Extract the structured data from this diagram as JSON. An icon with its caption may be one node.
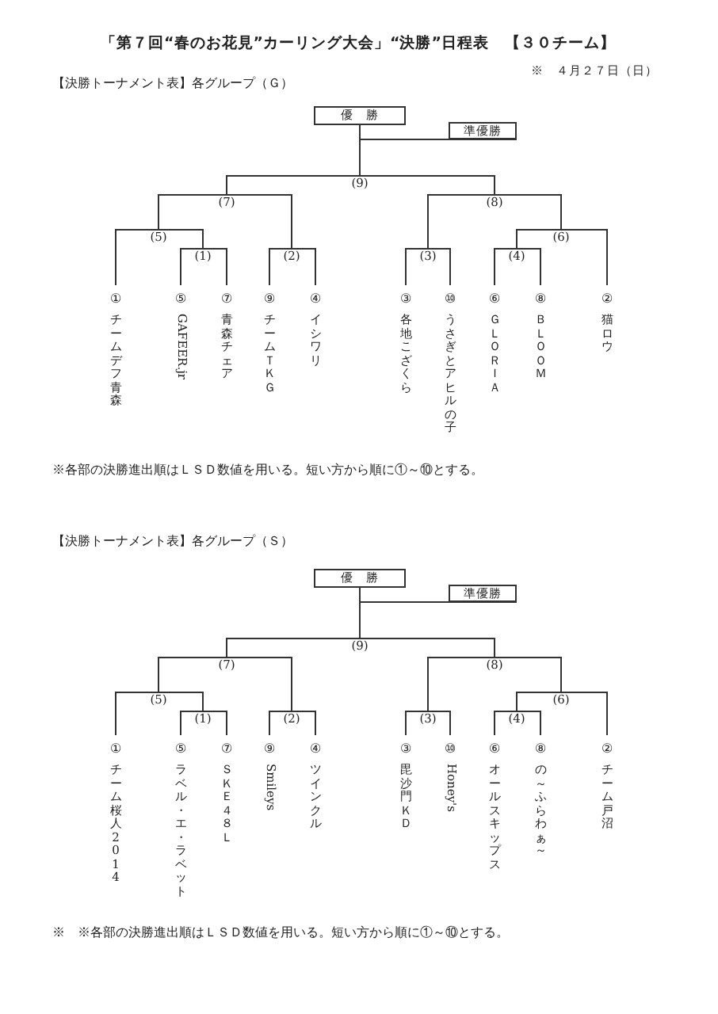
{
  "diagram": {
    "title": "「第７回“春のお花見”カーリング大会」“決勝”日程表　【３０チーム】",
    "nodes": [
      {
        "text": [
          "優　勝"
        ]
      },
      {
        "text": [
          "準優勝"
        ]
      },
      {
        "text": [
          "(9)"
        ]
      },
      {
        "text": [
          "(7)"
        ]
      },
      {
        "text": [
          "(8)"
        ]
      },
      {
        "text": [
          "(5)"
        ]
      },
      {
        "text": [
          "(6)"
        ]
      },
      {
        "text": [
          "(1)"
        ]
      },
      {
        "text": [
          "(2)"
        ]
      },
      {
        "text": [
          "(3)"
        ]
      },
      {
        "text": [
          "(4)"
        ]
      },
      {
        "text": [
          "①",
          "チームデフ青森"
        ]
      },
      {
        "text": [
          "⑤",
          "GAFEER.jr"
        ]
      },
      {
        "text": [
          "⑦",
          "青森チェア"
        ]
      },
      {
        "text": [
          "⑨",
          "チームＴＫＧ"
        ]
      },
      {
        "text": [
          "④",
          "イシワリ"
        ]
      },
      {
        "text": [
          "③",
          "各地こざくら"
        ]
      },
      {
        "text": [
          "⑩",
          "うさぎとアヒルの子"
        ]
      },
      {
        "text": [
          "⑥",
          "ＧＬＯＲＩＡ"
        ]
      },
      {
        "text": [
          "⑧",
          "ＢＬＯＯＭ"
        ]
      },
      {
        "text": [
          "②",
          "猫ロウ"
        ]
      },
      {
        "text": [
          "優　勝"
        ]
      },
      {
        "text": [
          "準優勝"
        ]
      },
      {
        "text": [
          "(9)"
        ]
      },
      {
        "text": [
          "(7)"
        ]
      },
      {
        "text": [
          "(8)"
        ]
      },
      {
        "text": [
          "(5)"
        ]
      },
      {
        "text": [
          "(6)"
        ]
      },
      {
        "text": [
          "(1)"
        ]
      },
      {
        "text": [
          "(2)"
        ]
      },
      {
        "text": [
          "(3)"
        ]
      },
      {
        "text": [
          "(4)"
        ]
      },
      {
        "text": [
          "①",
          "チーム桜人2014"
        ]
      },
      {
        "text": [
          "⑤",
          "ラベル・エ・ラベット"
        ]
      },
      {
        "text": [
          "⑦",
          "ＳＫＥ４８Ｌ"
        ]
      },
      {
        "text": [
          "⑨",
          "Smileys"
        ]
      },
      {
        "text": [
          "④",
          "ツインクル"
        ]
      },
      {
        "text": [
          "③",
          "毘沙門ＫＤ"
        ]
      },
      {
        "text": [
          "⑩",
          "Honey's"
        ]
      },
      {
        "text": [
          "⑥",
          "オールスキップス"
        ]
      },
      {
        "text": [
          "⑧",
          "の～ふらわぁ～"
        ]
      },
      {
        "text": [
          "②",
          "チーム戸沼"
        ]
      }
    ],
    "edges": [
      {
        "from": 2,
        "to": 0,
        "arrow": "none"
      },
      {
        "from": 2,
        "to": 1,
        "arrow": "none"
      },
      {
        "from": 3,
        "to": 2,
        "arrow": "none"
      },
      {
        "from": 4,
        "to": 2,
        "arrow": "none"
      },
      {
        "from": 5,
        "to": 3,
        "arrow": "none"
      },
      {
        "from": 8,
        "to": 3,
        "arrow": "none"
      },
      {
        "from": 9,
        "to": 4,
        "arrow": "none"
      },
      {
        "from": 6,
        "to": 4,
        "arrow": "none"
      },
      {
        "from": 11,
        "to": 5,
        "arrow": "none"
      },
      {
        "from": 7,
        "to": 5,
        "arrow": "none"
      },
      {
        "from": 10,
        "to": 6,
        "arrow": "none"
      },
      {
        "from": 20,
        "to": 6,
        "arrow": "none"
      },
      {
        "from": 12,
        "to": 7,
        "arrow": "none"
      },
      {
        "from": 13,
        "to": 7,
        "arrow": "none"
      },
      {
        "from": 14,
        "to": 8,
        "arrow": "none"
      },
      {
        "from": 15,
        "to": 8,
        "arrow": "none"
      },
      {
        "from": 16,
        "to": 9,
        "arrow": "none"
      },
      {
        "from": 17,
        "to": 9,
        "arrow": "none"
      },
      {
        "from": 18,
        "to": 10,
        "arrow": "none"
      },
      {
        "from": 19,
        "to": 10,
        "arrow": "none"
      },
      {
        "from": 23,
        "to": 21,
        "arrow": "none"
      },
      {
        "from": 23,
        "to": 22,
        "arrow": "none"
      },
      {
        "from": 24,
        "to": 23,
        "arrow": "none"
      },
      {
        "from": 25,
        "to": 23,
        "arrow": "none"
      },
      {
        "from": 26,
        "to": 24,
        "arrow": "none"
      },
      {
        "from": 29,
        "to": 24,
        "arrow": "none"
      },
      {
        "from": 30,
        "to": 25,
        "arrow": "none"
      },
      {
        "from": 27,
        "to": 25,
        "arrow": "none"
      },
      {
        "from": 32,
        "to": 26,
        "arrow": "none"
      },
      {
        "from": 28,
        "to": 26,
        "arrow": "none"
      },
      {
        "from": 31,
        "to": 27,
        "arrow": "none"
      },
      {
        "from": 41,
        "to": 27,
        "arrow": "none"
      },
      {
        "from": 33,
        "to": 28,
        "arrow": "none"
      },
      {
        "from": 34,
        "to": 28,
        "arrow": "none"
      },
      {
        "from": 35,
        "to": 29,
        "arrow": "none"
      },
      {
        "from": 36,
        "to": 29,
        "arrow": "none"
      },
      {
        "from": 37,
        "to": 30,
        "arrow": "none"
      },
      {
        "from": 38,
        "to": 30,
        "arrow": "none"
      },
      {
        "from": 39,
        "to": 31,
        "arrow": "none"
      },
      {
        "from": 40,
        "to": 31,
        "arrow": "none"
      }
    ],
    "labels": [
      "※　４月２７日（日）",
      "【決勝トーナメント表】各グループ（Ｇ）",
      "※各部の決勝進出順はＬＳＤ数値を用いる。短い方から順に①～⑩とする。",
      "【決勝トーナメント表】各グループ（Ｓ）",
      "※　※各部の決勝進出順はＬＳＤ数値を用いる。短い方から順に①～⑩とする。"
    ]
  }
}
